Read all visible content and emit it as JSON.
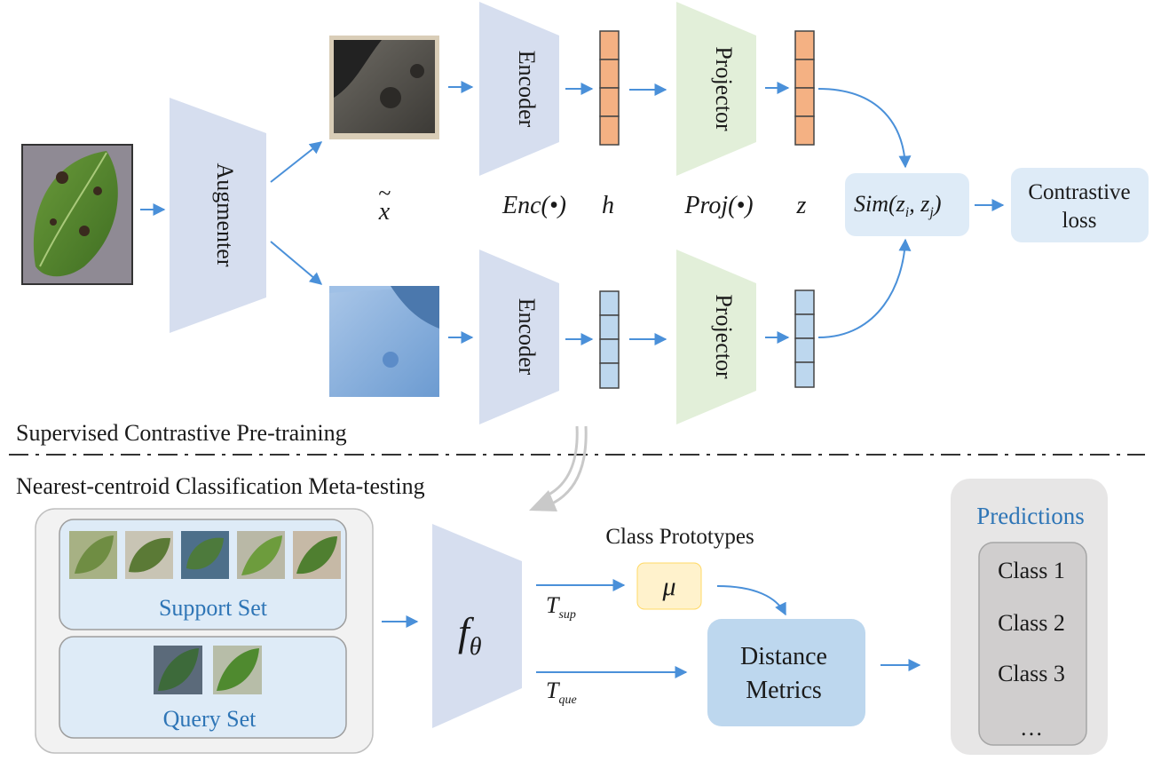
{
  "pretraining": {
    "section_title": "Supervised Contrastive Pre-training",
    "augmenter_label": "Augmenter",
    "encoder_label": "Encoder",
    "projector_label": "Projector",
    "x_symbol": "x",
    "x_accent": "~",
    "enc_label": "Enc(•)",
    "h_label": "h",
    "proj_label": "Proj(•)",
    "z_label": "z",
    "sim_label": "Sim(z",
    "sim_i": "i",
    "sim_sep": ", z",
    "sim_j": "j",
    "sim_close": ")",
    "contrastive_loss_line1": "Contrastive",
    "contrastive_loss_line2": "loss"
  },
  "metatesting": {
    "section_title": "Nearest-centroid Classification Meta-testing",
    "support_set_label": "Support Set",
    "query_set_label": "Query Set",
    "f_symbol": "f",
    "f_sub": "θ",
    "class_prototypes_label": "Class Prototypes",
    "mu_symbol": "μ",
    "t_sup": "T",
    "t_sup_sub": "sup",
    "t_que": "T",
    "t_que_sub": "que",
    "distance_line1": "Distance",
    "distance_line2": "Metrics",
    "predictions_title": "Predictions",
    "classes": [
      "Class 1",
      "Class 2",
      "Class 3",
      "…"
    ]
  },
  "colors": {
    "arrow": "#4a90d9",
    "encoder_fill": "#d6deef",
    "projector_fill": "#e2efd9",
    "orange_cell": "#f4b183",
    "blue_cell": "#bdd7ee",
    "sim_box": "#deebf7",
    "mu_box": "#fff2cc",
    "distance_box": "#bdd7ee",
    "panel_gray": "#e7e6e6",
    "accent_text": "#2e75b6"
  },
  "icons": {
    "leaf_original": "leaf-image",
    "leaf_aug_1": "leaf-aug-dark",
    "leaf_aug_2": "leaf-aug-blue"
  }
}
